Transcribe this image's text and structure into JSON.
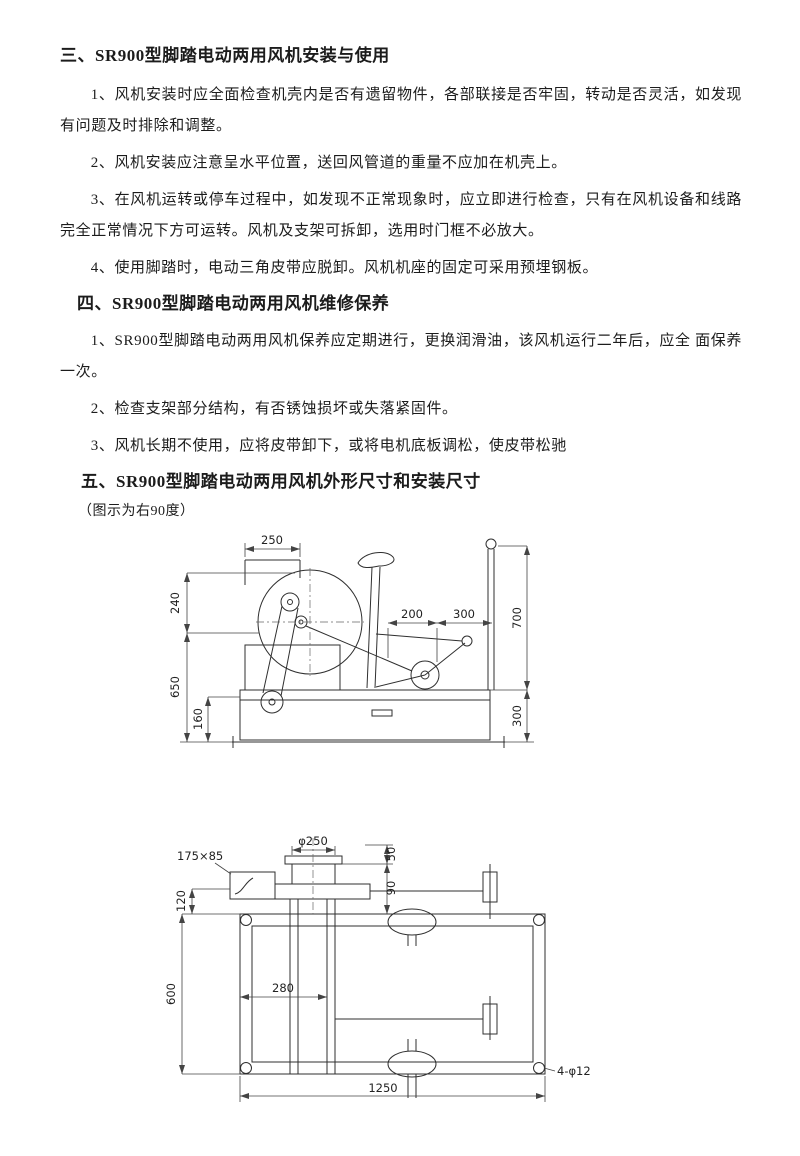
{
  "colors": {
    "ink": "#1c1c1c",
    "line": "#333333",
    "background": "#ffffff"
  },
  "doc": {
    "section3": {
      "heading": "三、SR900型脚踏电动两用风机安装与使用",
      "items": [
        "1、风机安装时应全面检查机壳内是否有遗留物件，各部联接是否牢固，转动是否灵活，如发现有问题及时排除和调整。",
        "2、风机安装应注意呈水平位置，送回风管道的重量不应加在机壳上。",
        "3、在风机运转或停车过程中，如发现不正常现象时，应立即进行检查，只有在风机设备和线路完全正常情况下方可运转。风机及支架可拆卸，选用时门框不必放大。",
        "4、使用脚踏时，电动三角皮带应脱卸。风机机座的固定可采用预埋钢板。"
      ]
    },
    "section4": {
      "heading": "四、SR900型脚踏电动两用风机维修保养",
      "items": [
        "1、SR900型脚踏电动两用风机保养应定期进行，更换润滑油，该风机运行二年后，应全 面保养一次。",
        "2、检查支架部分结构，有否锈蚀损坏或失落紧固件。",
        "3、风机长期不使用，应将皮带卸下，或将电机底板调松，使皮带松驰"
      ]
    },
    "section5": {
      "heading": "五、SR900型脚踏电动两用风机外形尺寸和安装尺寸",
      "note": "（图示为右90度）"
    }
  },
  "fig1": {
    "dims": {
      "duct_width": "250",
      "upper_240": "240",
      "height_650": "650",
      "base_160": "160",
      "span_200": "200",
      "span_300": "300",
      "pole_700": "700",
      "base_300": "300"
    }
  },
  "fig2": {
    "dims": {
      "pad": "175×85",
      "flange": "φ250",
      "d50": "50",
      "d90": "90",
      "d120": "120",
      "d600": "600",
      "d280": "280",
      "d1250": "1250",
      "bolt_holes": "4-φ12"
    }
  }
}
